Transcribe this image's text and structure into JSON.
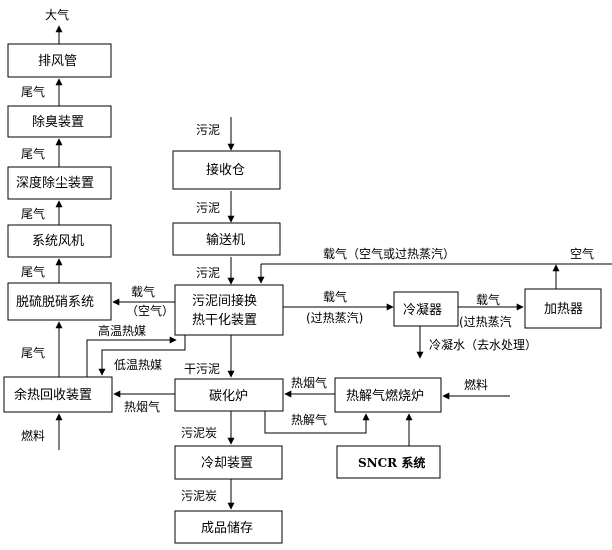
{
  "nodes": {
    "atmosphere": "大气",
    "exhaust_pipe": "排风管",
    "deodorizer": "除臭装置",
    "deep_dust": "深度除尘装置",
    "fan": "系统风机",
    "desulf": "脱硫脱硝系统",
    "heat_recovery": "余热回收装置",
    "receiving_bin": "接收仓",
    "conveyor": "输送机",
    "dryer_line1": "污泥间接换",
    "dryer_line2": "热干化装置",
    "condenser": "冷凝器",
    "heater": "加热器",
    "carbonizer": "碳化炉",
    "pyro_burner": "热解气燃烧炉",
    "sncr": "SNCR 系统",
    "cooler": "冷却装置",
    "storage": "成品储存"
  },
  "labels": {
    "tail_gas": "尾气",
    "sludge": "污泥",
    "fuel": "燃料",
    "carrier_gas": "载气",
    "carrier_air_paren": "（空气）",
    "carrier_gas_top": "载气（空气或过热蒸汽）",
    "air": "空气",
    "superheated_steam_paren": "(过热蒸汽)",
    "superheated_steam_paren2": "(过热蒸汽",
    "condensate": "冷凝水（去水处理）",
    "high_temp_oil": "高温热媒",
    "low_temp_oil": "低温热媒",
    "hot_flue_gas": "热烟气",
    "dry_sludge": "干污泥",
    "pyrolysis_gas": "热解气",
    "sludge_char": "污泥炭"
  }
}
